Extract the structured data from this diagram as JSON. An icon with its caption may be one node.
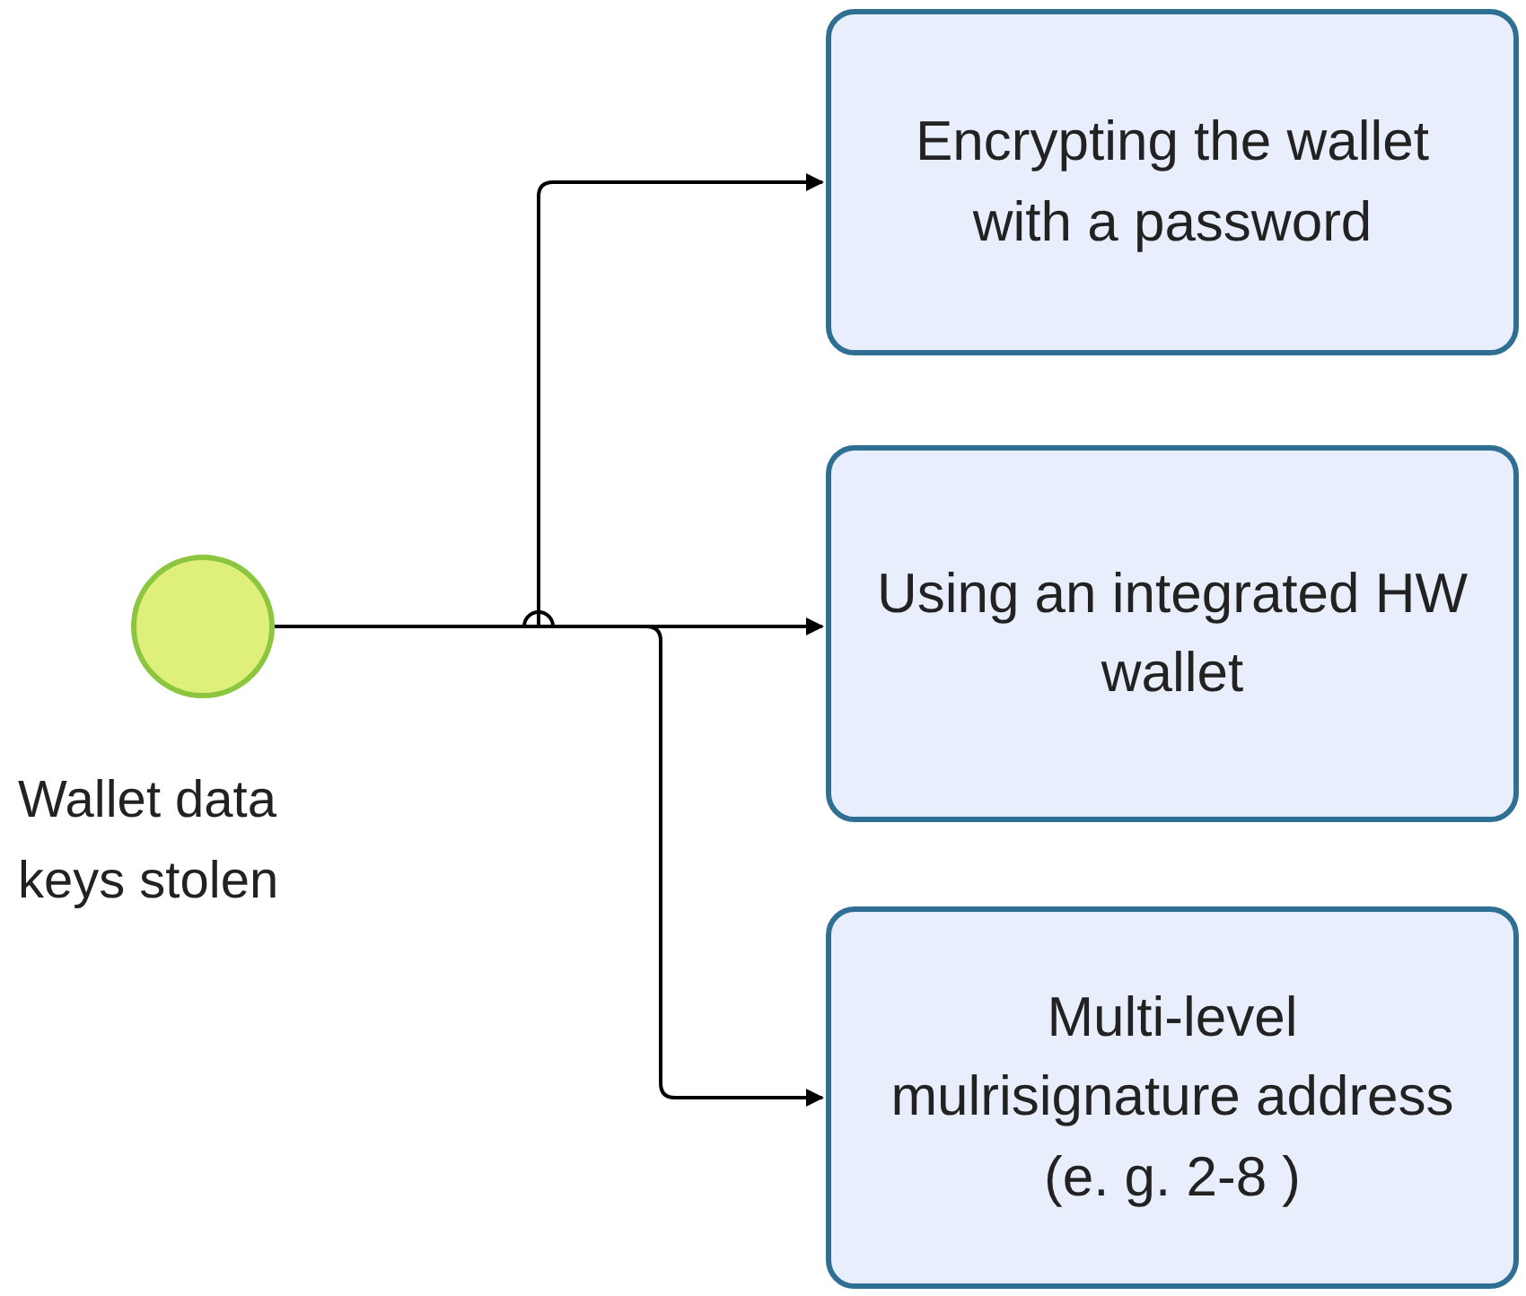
{
  "diagram": {
    "nodes": [
      {
        "text": [],
        "shape": "circle",
        "beside": [
          "Wallet data keys stolen"
        ]
      },
      {
        "text": [
          "Encrypting the wallet with a password"
        ]
      },
      {
        "text": [
          "Using an integrated HW wallet"
        ]
      },
      {
        "text": [
          "Multi-level mulrisignature address (e. g. 2-8 )"
        ]
      }
    ],
    "edges": [
      {
        "from": 0,
        "to": 1,
        "arrow": "to"
      },
      {
        "from": 0,
        "to": 2,
        "arrow": "to"
      },
      {
        "from": 0,
        "to": 3,
        "arrow": "to"
      }
    ]
  }
}
